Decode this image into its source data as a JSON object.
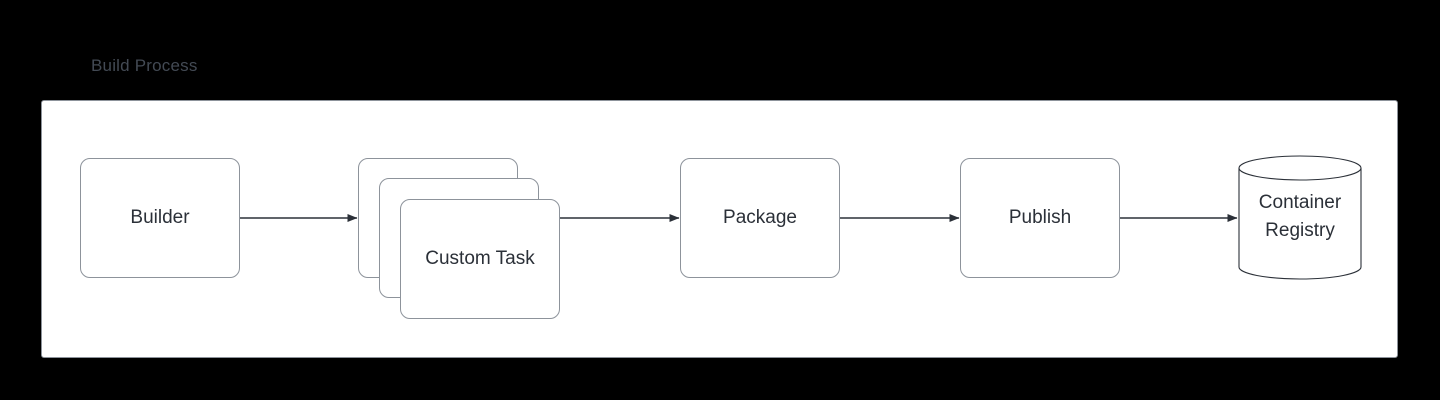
{
  "canvas": {
    "background_color": "#000000",
    "panel_background": "#ffffff",
    "border_color": "#8d939b",
    "text_color": "#2b3038",
    "title_color": "#434a54"
  },
  "diagram": {
    "title": "Build Process",
    "nodes": [
      {
        "id": "builder",
        "label": "Builder",
        "shape": "rounded-rect"
      },
      {
        "id": "custom-task-stack",
        "label": "Custom Task",
        "shape": "stacked-rounded-rect",
        "stack_count": 3,
        "stack_labels": [
          "Custom Task",
          "Custom Task",
          "Custom Task"
        ]
      },
      {
        "id": "package",
        "label": "Package",
        "shape": "rounded-rect"
      },
      {
        "id": "publish",
        "label": "Publish",
        "shape": "rounded-rect"
      },
      {
        "id": "container-registry",
        "label_line1": "Container",
        "label_line2": "Registry",
        "shape": "cylinder"
      }
    ],
    "edges": [
      {
        "from": "builder",
        "to": "custom-task-stack",
        "style": "arrow"
      },
      {
        "from": "custom-task-stack",
        "to": "package",
        "style": "arrow"
      },
      {
        "from": "package",
        "to": "publish",
        "style": "arrow"
      },
      {
        "from": "publish",
        "to": "container-registry",
        "style": "arrow"
      }
    ]
  }
}
